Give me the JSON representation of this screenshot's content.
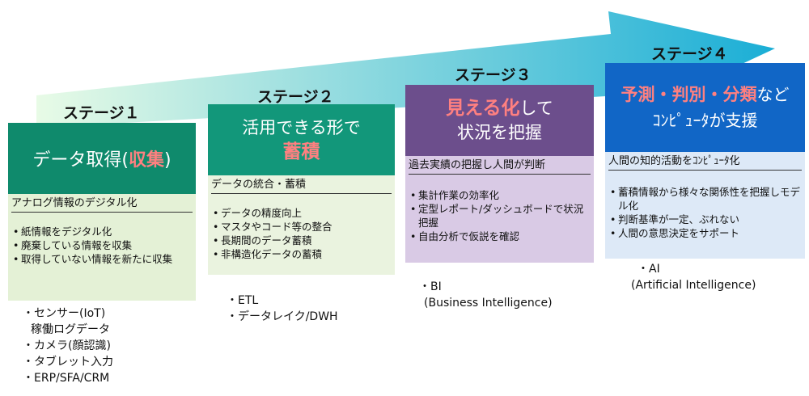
{
  "colors": {
    "arrow_start": "#e8fbe6",
    "arrow_end": "#1aaed6",
    "stage1_head": "#0f8a6c",
    "stage1_panel": "#e4f1d6",
    "stage2_head": "#12977a",
    "stage2_panel": "#eaf3df",
    "stage3_head": "#6c4e8c",
    "stage3_panel": "#d9cae5",
    "stage4_head": "#1166c6",
    "stage4_panel": "#dde9f7",
    "highlight": "#ff8080"
  },
  "stages": [
    {
      "label": "ステージ１",
      "title_pre": "データ取得(",
      "title_hl": "収集",
      "title_post": ")",
      "subheading": "アナログ情報のデジタル化",
      "bullets": [
        "紙情報をデジタル化",
        "廃棄している情報を収集",
        "取得していない情報を新たに収集"
      ],
      "tools": [
        "・センサー(IoT)",
        "稼働ログデータ",
        "・カメラ(顔認識)",
        "・タブレット入力",
        "・ERP/SFA/CRM"
      ]
    },
    {
      "label": "ステージ２",
      "title_line1": "活用できる形で",
      "title_hl": "蓄積",
      "subheading": "データの統合・蓄積",
      "bullets": [
        "データの精度向上",
        "マスタやコード等の整合",
        "長期間のデータ蓄積",
        "非構造化データの蓄積"
      ],
      "tools": [
        "・ETL",
        "・データレイク/DWH"
      ]
    },
    {
      "label": "ステージ３",
      "title_hl": "見える化",
      "title_post": "して",
      "title_line2": "状況を把握",
      "subheading": "過去実績の把握し人間が判断",
      "bullets": [
        "集計作業の効率化",
        "定型レポート/ダッシュボードで状況把握",
        "自由分析で仮説を確認"
      ],
      "tools": [
        "・BI",
        "(Business Intelligence)"
      ]
    },
    {
      "label": "ステージ４",
      "title_hl": "予測・判別・分類",
      "title_post": "など",
      "title_line2": "ｺﾝﾋﾟｭｰﾀが支援",
      "subheading": "人間の知的活動をｺﾝﾋﾟｭｰﾀ化",
      "bullets": [
        "蓄積情報から様々な関係性を把握しモデル化",
        "判断基準が一定、ぶれない",
        "人間の意思決定をサポート"
      ],
      "tools": [
        "・AI",
        "(Artificial Intelligence)"
      ]
    }
  ]
}
